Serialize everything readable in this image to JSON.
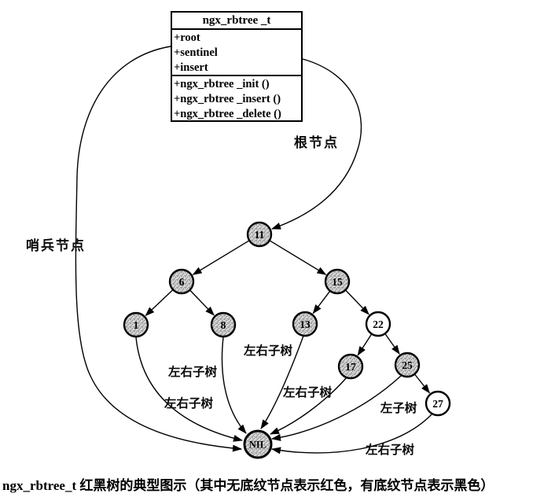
{
  "class_box": {
    "title": "ngx_rbtree _t",
    "fields": [
      "+root",
      "+sentinel",
      "+insert"
    ],
    "methods": [
      "+ngx_rbtree _init ()",
      "+ngx_rbtree _insert ()",
      "+ngx_rbtree _delete ()"
    ]
  },
  "annotations": {
    "root_pointer": "根节点",
    "sentinel_pointer": "哨兵节点"
  },
  "tree": {
    "nodes": [
      {
        "id": "11",
        "label": "11",
        "color": "black"
      },
      {
        "id": "6",
        "label": "6",
        "color": "black"
      },
      {
        "id": "15",
        "label": "15",
        "color": "black"
      },
      {
        "id": "1",
        "label": "1",
        "color": "black"
      },
      {
        "id": "8",
        "label": "8",
        "color": "black"
      },
      {
        "id": "13",
        "label": "13",
        "color": "black"
      },
      {
        "id": "22",
        "label": "22",
        "color": "red"
      },
      {
        "id": "17",
        "label": "17",
        "color": "black"
      },
      {
        "id": "25",
        "label": "25",
        "color": "black"
      },
      {
        "id": "27",
        "label": "27",
        "color": "red"
      },
      {
        "id": "NIL",
        "label": "NIL",
        "color": "black"
      }
    ],
    "edges": [
      [
        "11",
        "6"
      ],
      [
        "11",
        "15"
      ],
      [
        "6",
        "1"
      ],
      [
        "6",
        "8"
      ],
      [
        "15",
        "13"
      ],
      [
        "15",
        "22"
      ],
      [
        "22",
        "17"
      ],
      [
        "22",
        "25"
      ],
      [
        "25",
        "27"
      ]
    ],
    "nil_links": [
      {
        "from": "sentinel-box",
        "label": ""
      },
      {
        "from": "1",
        "label": "左右子树"
      },
      {
        "from": "8",
        "label": "左右子树"
      },
      {
        "from": "13",
        "label": "左右子树"
      },
      {
        "from": "17",
        "label": "左右子树"
      },
      {
        "from": "25",
        "label": "左子树"
      },
      {
        "from": "27",
        "label": "左右子树"
      }
    ]
  },
  "colors": {
    "black_node_fill_base": "#d6d6d6",
    "red_node_fill": "#ffffff",
    "line": "#000000"
  },
  "caption": "ngx_rbtree_t 红黑树的典型图示（其中无底纹节点表示红色，有底纹节点表示黑色）"
}
